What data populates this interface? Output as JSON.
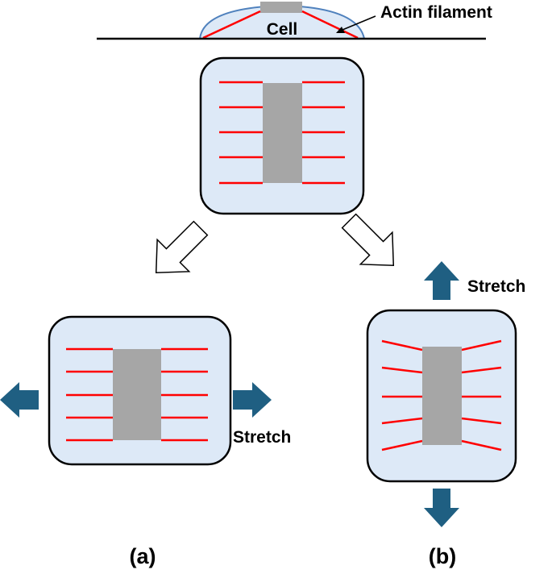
{
  "labels": {
    "cell": "Cell",
    "actin_filament": "Actin filament",
    "stretch": "Stretch",
    "panel_a": "(a)",
    "panel_b": "(b)"
  },
  "colors": {
    "cell_fill": "#dde9f7",
    "cell_outline": "#4f81bd",
    "box_stroke": "#000000",
    "filament": "#ff0000",
    "nucleus": "#a6a6a6",
    "stretch_arrow": "#1f5f82",
    "substrate_line": "#000000"
  },
  "icons": {
    "hollow_arrow": "outlined-block-arrow",
    "stretch_arrow": "filled-block-arrow"
  },
  "panels": {
    "top": {
      "filaments_per_side": 5,
      "stretch": "none"
    },
    "a": {
      "filaments_per_side": 5,
      "stretch": "horizontal",
      "filament_orientation": "parallel to stretch"
    },
    "b": {
      "filaments_per_side": 5,
      "stretch": "vertical",
      "filament_orientation": "splayed, perpendicular to stretch"
    }
  }
}
